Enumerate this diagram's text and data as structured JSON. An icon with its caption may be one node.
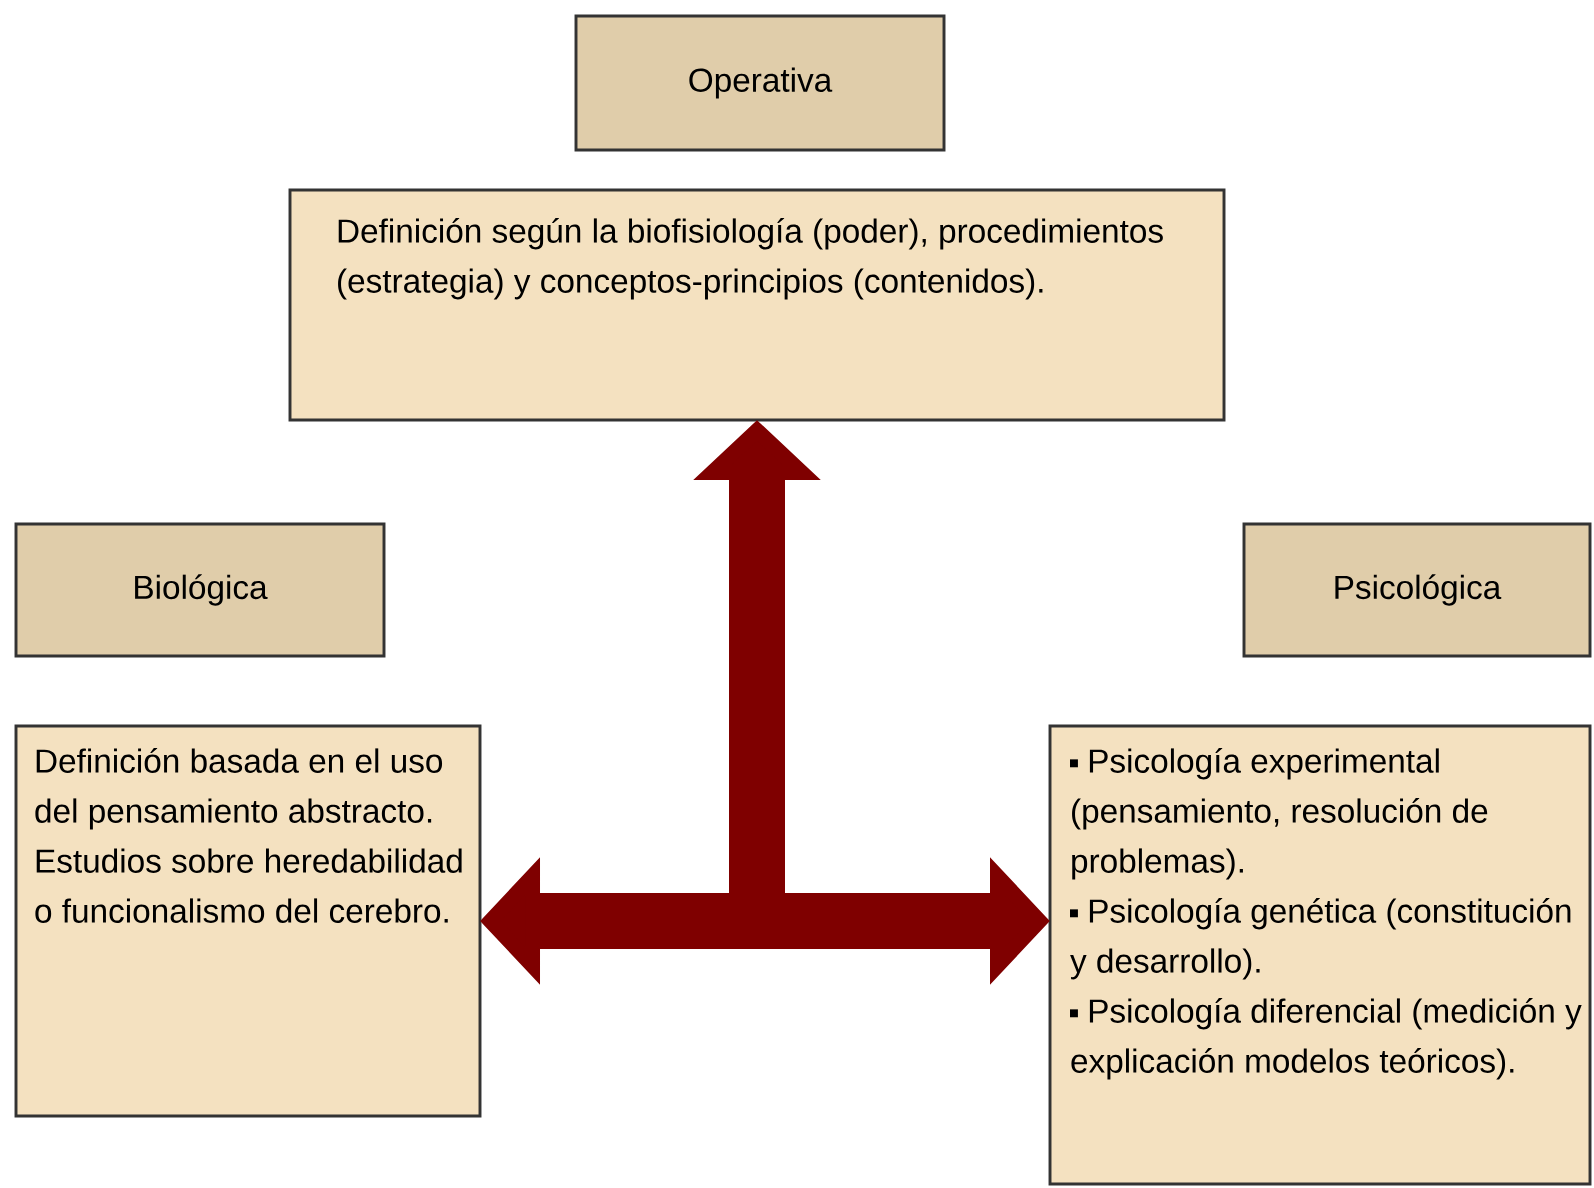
{
  "diagram": {
    "nodes": [
      {
        "text": [
          "Operativa"
        ]
      },
      {
        "text": [
          "Definición según la biofisiología (poder), procedimientos (estrategia) y conceptos-principios (contenidos)."
        ]
      },
      {
        "text": [
          "Biológica"
        ]
      },
      {
        "text": [
          "Definición basada en el uso del pensamiento abstracto.",
          "Estudios sobre heredabilidad o funcionalismo del cerebro."
        ]
      },
      {
        "text": [
          "Psicológica"
        ]
      },
      {
        "text": [
          "Psicología experimental (pensamiento, resolución de problemas).",
          "Psicología genética (constitución y desarrollo).",
          "Psicología diferencial (medición y explicación modelos teóricos)."
        ]
      }
    ],
    "edges": [
      {
        "from": null,
        "to": 1,
        "arrow": "to"
      },
      {
        "from": null,
        "to": 3,
        "arrow": "to"
      },
      {
        "from": null,
        "to": 5,
        "arrow": "to"
      }
    ]
  }
}
